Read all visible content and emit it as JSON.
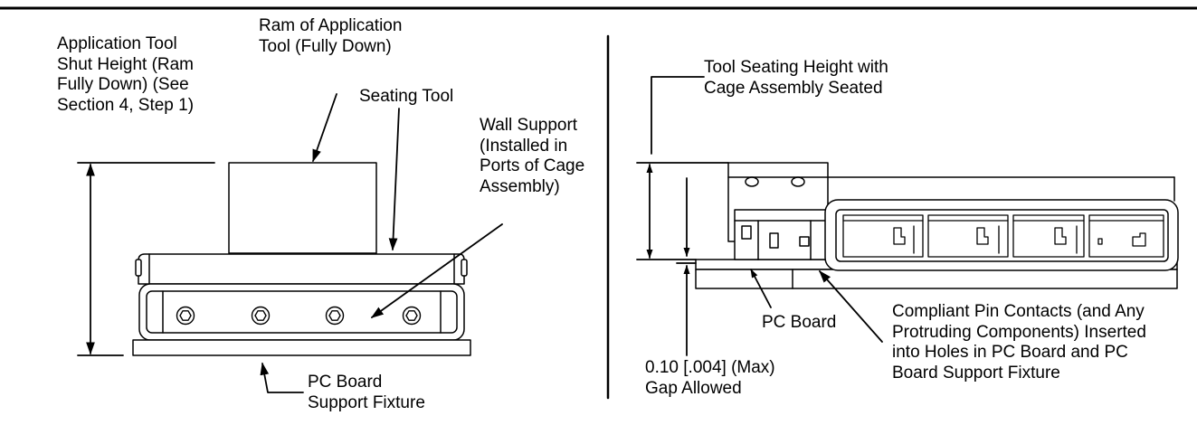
{
  "left_view": {
    "shut_height_label": "Application Tool\nShut Height (Ram\nFully Down) (See\nSection 4, Step 1)",
    "ram_label": "Ram of Application\nTool (Fully Down)",
    "seating_tool_label": "Seating Tool",
    "wall_support_label": "Wall Support\n(Installed in\nPorts of Cage\nAssembly)",
    "fixture_label": "PC Board\nSupport Fixture"
  },
  "right_view": {
    "seating_height_label": "Tool Seating Height with\nCage Assembly Seated",
    "pc_board_label": "PC Board",
    "gap_label": "0.10 [.004] (Max)\nGap Allowed",
    "pin_contacts_label": "Compliant Pin Contacts (and Any\nProtruding Components) Inserted\ninto Holes in PC Board and PC\nBoard Support Fixture"
  },
  "colors": {
    "line": "#000000",
    "part_fill": "#ffffff",
    "shade": "#f2f2f2"
  }
}
